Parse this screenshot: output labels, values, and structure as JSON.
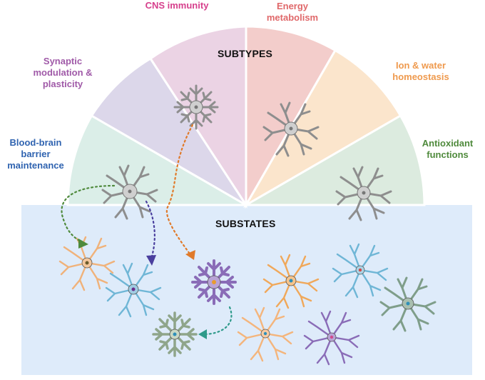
{
  "diagram": {
    "subtypes_title": "SUBTYPES",
    "substates_title": "SUBSTATES",
    "labels": {
      "cns_immunity": "CNS immunity",
      "energy_metabolism_1": "Energy",
      "energy_metabolism_2": "metabolism",
      "synaptic_1": "Synaptic",
      "synaptic_2": "modulation &",
      "synaptic_3": "plasticity",
      "ion_water_1": "Ion & water",
      "ion_water_2": "homeostasis",
      "bbb_1": "Blood-brain",
      "bbb_2": "barrier",
      "bbb_3": "maintenance",
      "antioxidant_1": "Antioxidant",
      "antioxidant_2": "functions"
    },
    "colors": {
      "cns_immunity": "#d63f8c",
      "energy": "#e0686a",
      "synaptic": "#a05aa8",
      "ion_water": "#ef9a4e",
      "bbb": "#2f63b0",
      "antioxidant": "#4f8a3c",
      "substates_bg": "#deebfa",
      "wedge_bbb": "#dbeee8",
      "wedge_synaptic": "#dcd7ea",
      "wedge_immunity": "#ebd3e4",
      "wedge_energy": "#f3cdcb",
      "wedge_ion": "#fbe5cc",
      "wedge_antiox": "#dcebdf"
    }
  }
}
